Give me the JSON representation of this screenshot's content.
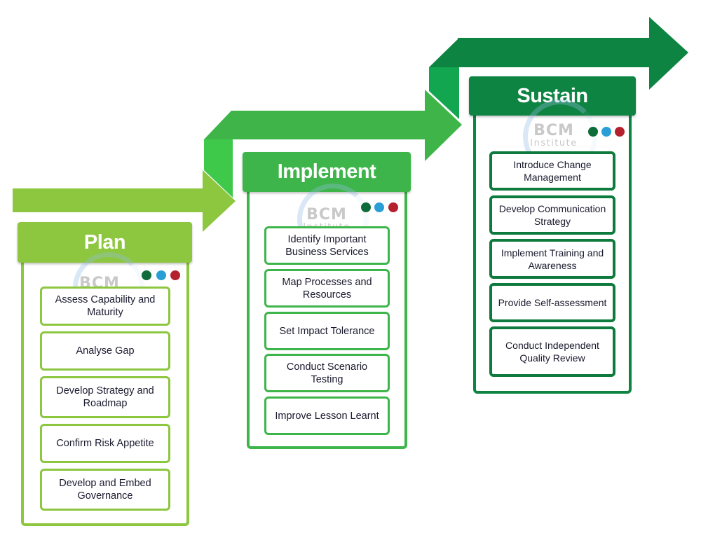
{
  "colors": {
    "plan": "#8dc63f",
    "implement": "#3db54a",
    "sustain": "#0e8443",
    "dot_green": "#0e6b3a",
    "dot_blue": "#2a9fd6",
    "dot_red": "#b5202e"
  },
  "watermark": {
    "big": "BCM",
    "small": "Institute"
  },
  "phases": [
    {
      "title": "Plan",
      "items": [
        "Assess Capability and Maturity",
        "Analyse Gap",
        "Develop Strategy and Roadmap",
        "Confirm Risk Appetite",
        "Develop and Embed Governance"
      ]
    },
    {
      "title": "Implement",
      "items": [
        "Identify Important Business Services",
        "Map Processes and Resources",
        "Set Impact Tolerance",
        "Conduct Scenario Testing",
        "Improve Lesson Learnt"
      ]
    },
    {
      "title": "Sustain",
      "items": [
        "Introduce Change Management",
        "Develop Communication Strategy",
        "Implement Training and Awareness",
        "Provide Self-assessment",
        "Conduct Independent Quality Review"
      ]
    }
  ]
}
